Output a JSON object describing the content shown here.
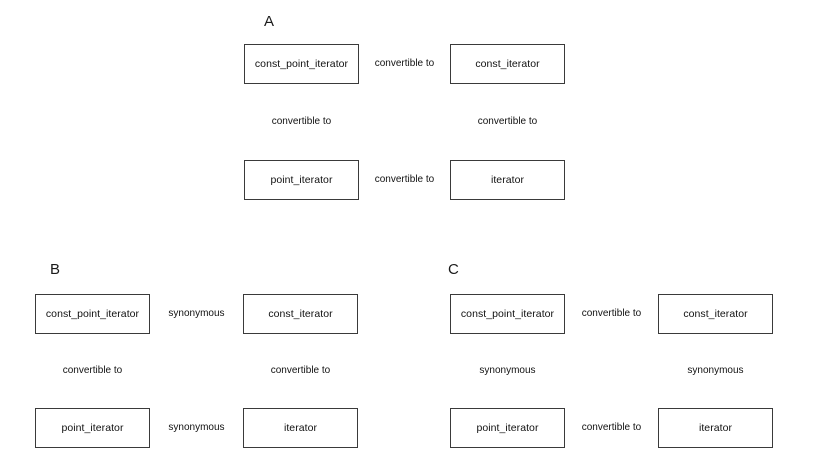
{
  "figure": {
    "background_color": "#ffffff",
    "box_border_color": "#3a3a3a",
    "edge_line_color": "#8a8a8a",
    "arrowhead_color": "#2b2b2b",
    "text_color": "#111111"
  },
  "relations": {
    "convertible_to": "convertible to",
    "synonymous": "synonymous"
  },
  "nodes": {
    "const_point_iterator": "const_point_iterator",
    "const_iterator": "const_iterator",
    "point_iterator": "point_iterator",
    "iterator": "iterator"
  },
  "panels": [
    {
      "letter": "A",
      "nodes": {
        "top_left": "const_point_iterator",
        "top_right": "const_iterator",
        "bottom_left": "point_iterator",
        "bottom_right": "iterator"
      },
      "edges": {
        "top_horizontal": {
          "label": "convertible to",
          "direction": "left"
        },
        "bottom_horizontal": {
          "label": "convertible to",
          "direction": "left"
        },
        "left_vertical": {
          "label": "convertible to",
          "direction": "up"
        },
        "right_vertical": {
          "label": "convertible to",
          "direction": "up"
        }
      }
    },
    {
      "letter": "B",
      "nodes": {
        "top_left": "const_point_iterator",
        "top_right": "const_iterator",
        "bottom_left": "point_iterator",
        "bottom_right": "iterator"
      },
      "edges": {
        "top_horizontal": {
          "label": "synonymous",
          "direction": "both"
        },
        "bottom_horizontal": {
          "label": "synonymous",
          "direction": "both"
        },
        "left_vertical": {
          "label": "convertible to",
          "direction": "up"
        },
        "right_vertical": {
          "label": "convertible to",
          "direction": "up"
        }
      }
    },
    {
      "letter": "C",
      "nodes": {
        "top_left": "const_point_iterator",
        "top_right": "const_iterator",
        "bottom_left": "point_iterator",
        "bottom_right": "iterator"
      },
      "edges": {
        "top_horizontal": {
          "label": "convertible to",
          "direction": "left"
        },
        "bottom_horizontal": {
          "label": "convertible to",
          "direction": "left"
        },
        "left_vertical": {
          "label": "synonymous",
          "direction": "both"
        },
        "right_vertical": {
          "label": "synonymous",
          "direction": "both"
        }
      }
    }
  ]
}
